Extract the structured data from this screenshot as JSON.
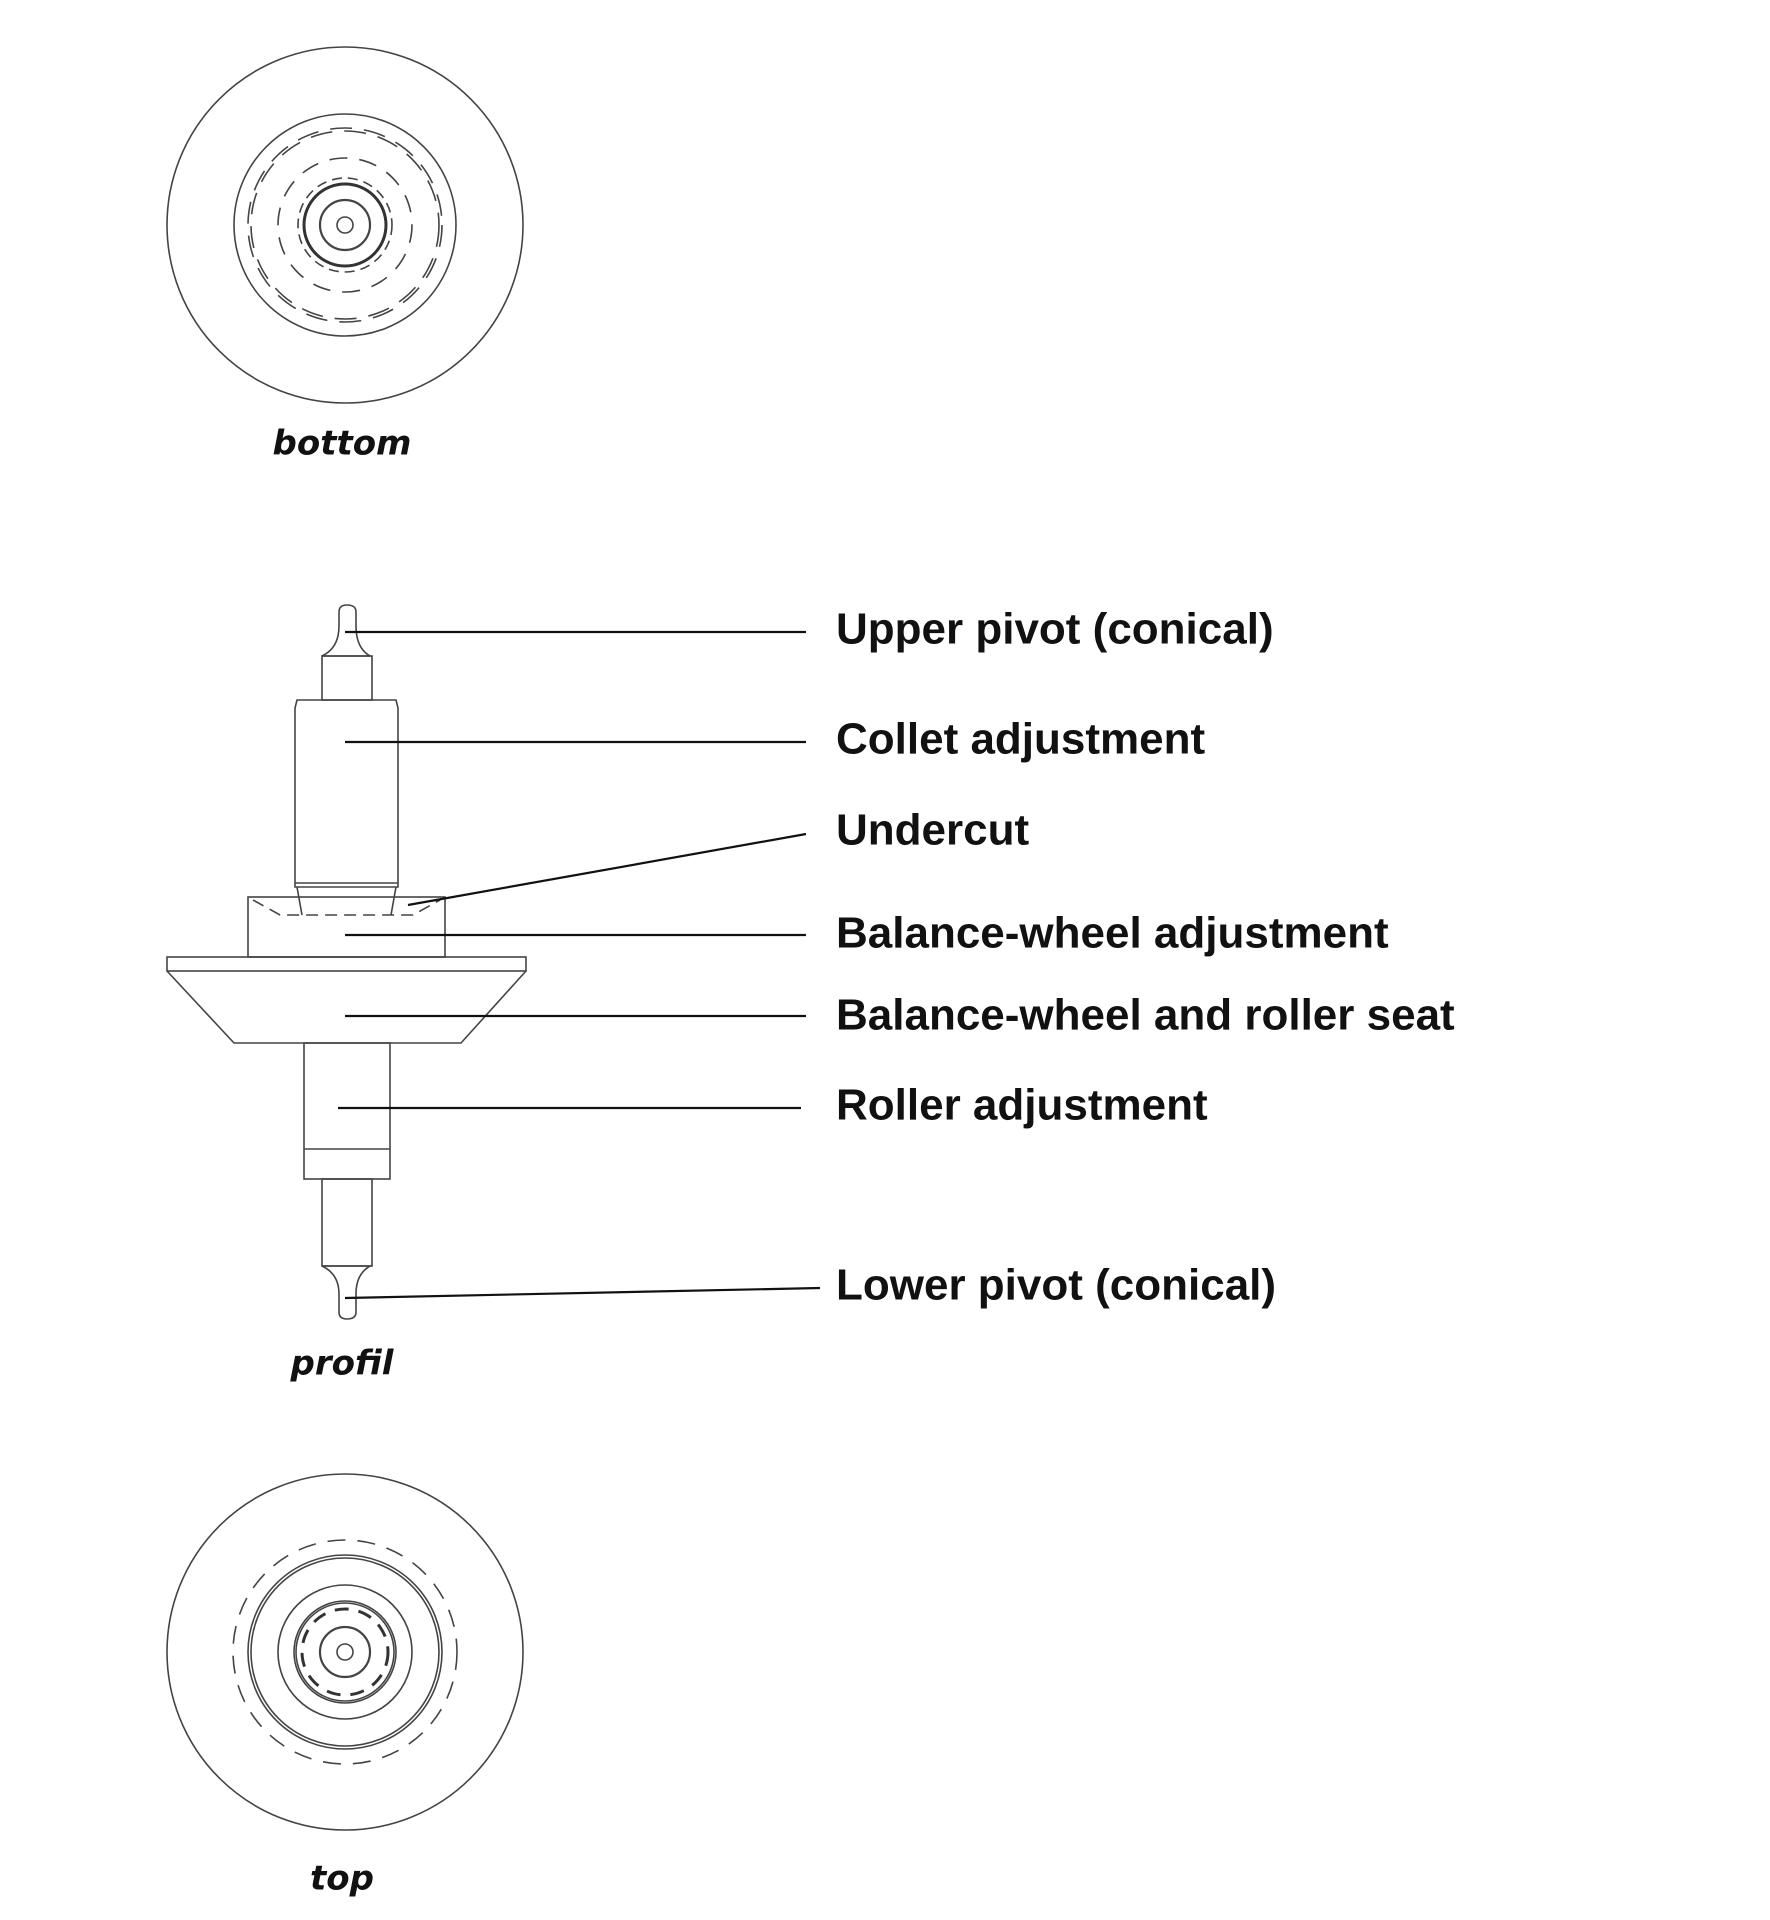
{
  "views": {
    "bottom": "bottom",
    "profile": "profil",
    "top": "top"
  },
  "labels": [
    "Upper pivot (conical)",
    "Collet adjustment",
    "Undercut",
    "Balance-wheel adjustment",
    "Balance-wheel and roller seat",
    "Roller adjustment",
    "Lower pivot (conical)"
  ]
}
